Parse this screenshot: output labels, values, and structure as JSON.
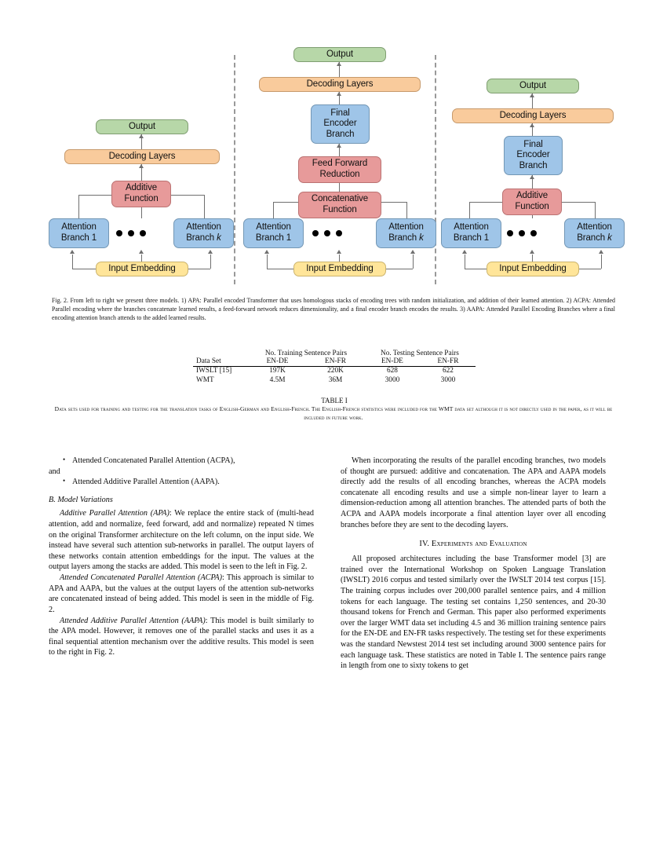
{
  "figure": {
    "panels": [
      {
        "id": "apa",
        "name": "Additive Parallel Attention model",
        "boxes": [
          {
            "label": "Output",
            "color": "#b7d7a8"
          },
          {
            "label": "Decoding Layers",
            "color": "#f9cb9c"
          },
          {
            "label": "Additive Function",
            "color": "#e79a9a"
          },
          {
            "label": "Attention Branch 1",
            "color": "#9fc5e8"
          },
          {
            "label": "Attention Branch k",
            "color": "#9fc5e8"
          },
          {
            "label": "Input Embedding",
            "color": "#ffe599"
          }
        ]
      },
      {
        "id": "acpa",
        "name": "Attended Concatenated Parallel Attention model",
        "boxes": [
          {
            "label": "Output",
            "color": "#b7d7a8"
          },
          {
            "label": "Decoding Layers",
            "color": "#f9cb9c"
          },
          {
            "label": "Final Encoder Branch",
            "color": "#9fc5e8"
          },
          {
            "label": "Feed Forward Reduction",
            "color": "#e79a9a"
          },
          {
            "label": "Concatenative Function",
            "color": "#e79a9a"
          },
          {
            "label": "Attention Branch 1",
            "color": "#9fc5e8"
          },
          {
            "label": "Attention Branch k",
            "color": "#9fc5e8"
          },
          {
            "label": "Input Embedding",
            "color": "#ffe599"
          }
        ]
      },
      {
        "id": "aapa",
        "name": "Attended Additive Parallel Attention model",
        "boxes": [
          {
            "label": "Output",
            "color": "#b7d7a8"
          },
          {
            "label": "Decoding Layers",
            "color": "#f9cb9c"
          },
          {
            "label": "Final Encoder Branch",
            "color": "#9fc5e8"
          },
          {
            "label": "Additive Function",
            "color": "#e79a9a"
          },
          {
            "label": "Attention Branch 1",
            "color": "#9fc5e8"
          },
          {
            "label": "Attention Branch k",
            "color": "#9fc5e8"
          },
          {
            "label": "Input Embedding",
            "color": "#ffe599"
          }
        ]
      }
    ],
    "labels": {
      "output": "Output",
      "decoding_layers": "Decoding Layers",
      "additive_function_l1": "Additive",
      "additive_function_l2": "Function",
      "final_encoder_l1": "Final",
      "final_encoder_l2": "Encoder",
      "final_encoder_l3": "Branch",
      "feed_forward_l1": "Feed Forward",
      "feed_forward_l2": "Reduction",
      "concat_l1": "Concatenative",
      "concat_l2": "Function",
      "attention_branch_1_l1": "Attention",
      "attention_branch_1_l2": "Branch 1",
      "attention_branch_k_l1": "Attention",
      "attention_branch_k_l2pre": "Branch ",
      "attention_branch_k_l2k": "k",
      "input_embedding": "Input Embedding"
    },
    "caption": "Fig. 2.   From left to right we present three models. 1) APA: Parallel encoded Transformer that uses homologous stacks of encoding trees with random initialization, and addition of their learned attention. 2) ACPA: Attended Parallel encoding where the branches concatenate learned results, a feed-forward network reduces dimensionality, and a final encoder branch encodes the results. 3) AAPA: Attended Parallel Encoding Branches where a final encoding attention branch attends to the added learned results."
  },
  "table": {
    "title": "TABLE I",
    "group_headers": [
      "",
      "No. Training Sentence Pairs",
      "No. Testing Sentence Pairs"
    ],
    "columns": [
      "Data Set",
      "EN-DE",
      "EN-FR",
      "EN-DE",
      "EN-FR"
    ],
    "rows": [
      {
        "dataset": "IWSLT [15]",
        "train_en_de": "197K",
        "train_en_fr": "220K",
        "test_en_de": "628",
        "test_en_fr": "622"
      },
      {
        "dataset": "WMT",
        "train_en_de": "4.5M",
        "train_en_fr": "36M",
        "test_en_de": "3000",
        "test_en_fr": "3000"
      }
    ],
    "caption": "Data sets used for training and testing for the translation tasks of English-German and English-French. The English-French statistics were included for the WMT data set although it is not directly used in the paper, as it will be included in future work."
  },
  "left_column": {
    "bullets": [
      "Attended Concatenated Parallel Attention (ACPA),",
      "Attended Additive Parallel Attention (AAPA)."
    ],
    "bullet_joiner": "and",
    "subsection": "B.  Model Variations",
    "paragraphs": [
      {
        "run_in": "Additive Parallel Attention (APA)",
        "text": ": We replace the entire stack of (multi-head attention, add and normalize, feed forward, add and normalize) repeated N times on the original Transformer architecture on the left column, on the input side. We instead have several such attention sub-networks in parallel. The output layers of these networks contain attention embeddings for the input. The values at the output layers among the stacks are added. This model is seen to the left in Fig. 2."
      },
      {
        "run_in": "Attended Concatenated Parallel Attention (ACPA)",
        "text": ": This approach is similar to APA and AAPA, but the values at the output layers of the attention sub-networks are concatenated instead of being added. This model is seen in the middle of Fig. 2."
      },
      {
        "run_in": "Attended Additive Parallel Attention (AAPA)",
        "text": ": This model is built similarly to the APA model. However, it removes one of the parallel stacks and uses it as a final sequential attention mechanism over the additive results. This model is seen to the right in Fig. 2."
      }
    ]
  },
  "right_column": {
    "paragraph_1": "When incorporating the results of the parallel encoding branches, two models of thought are pursued: additive and concatenation. The APA and AAPA models directly add the results of all encoding branches, whereas the ACPA models concatenate all encoding results and use a simple non-linear layer to learn a dimension-reduction among all attention branches. The attended parts of both the ACPA and AAPA models incorporate a final attention layer over all encoding branches before they are sent to the decoding layers.",
    "section_heading": "IV.  Experiments and Evaluation",
    "paragraph_2": "All proposed architectures including the base Transformer model [3] are trained over the International Workshop on Spoken Language Translation (IWSLT) 2016 corpus and tested similarly over the IWSLT 2014 test corpus [15]. The training corpus includes over 200,000 parallel sentence pairs, and 4 million tokens for each language. The testing set contains 1,250 sentences, and 20-30 thousand tokens for French and German. This paper also performed experiments over the larger WMT data set including 4.5 and 36 million training sentence pairs for the EN-DE and EN-FR tasks respectively. The testing set for these experiments was the standard Newstest 2014 test set including around 3000 sentence pairs for each language task. These statistics are noted in Table I. The sentence pairs range in length from one to sixty tokens to get"
  }
}
